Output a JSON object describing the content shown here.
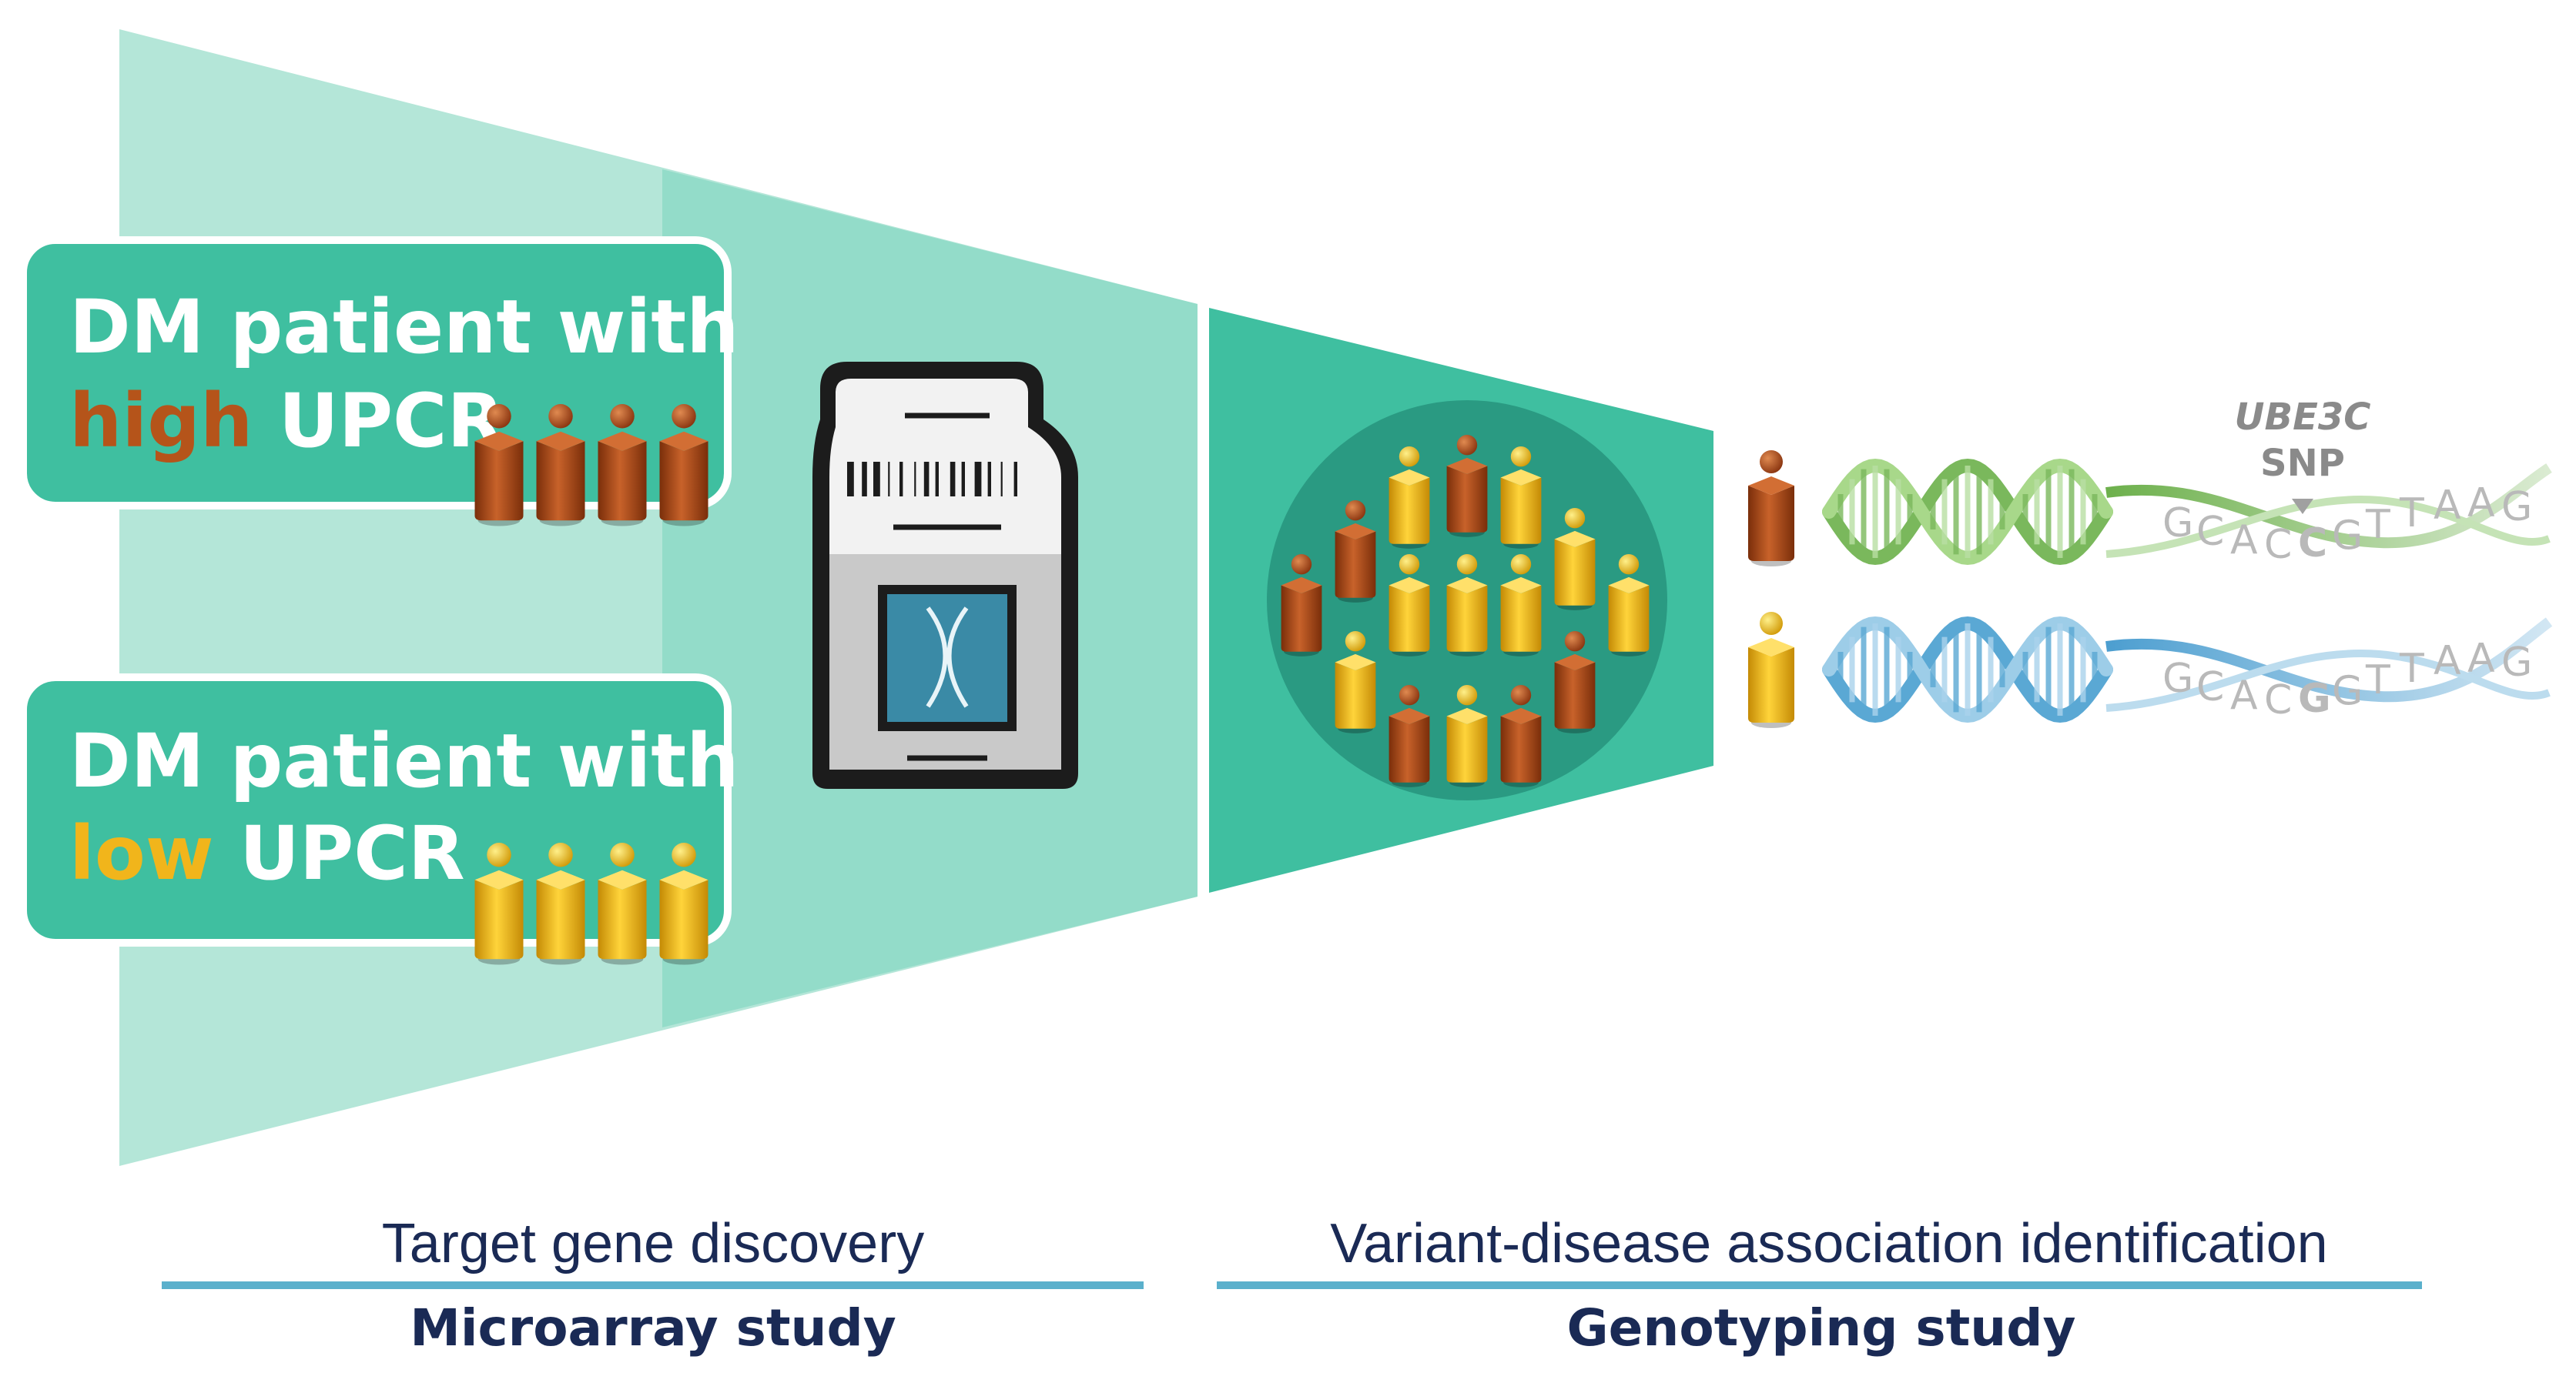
{
  "left_panel": {
    "high_box": {
      "line1": "DM patient with",
      "highlight": "high",
      "rest": " UPCR"
    },
    "low_box": {
      "line1": "DM patient with",
      "highlight": "low",
      "rest": " UPCR"
    }
  },
  "snp": {
    "gene": "UBE3C",
    "label": "SNP"
  },
  "sequences": {
    "top": [
      "G",
      "C",
      "A",
      "C",
      "C",
      "G",
      "T",
      "T",
      "A",
      "A",
      "G"
    ],
    "bottom": [
      "G",
      "C",
      "A",
      "C",
      "G",
      "G",
      "T",
      "T",
      "A",
      "A",
      "G"
    ],
    "variant_index": 4
  },
  "captions": {
    "left_top": "Target gene discovery",
    "left_bottom": "Microarray study",
    "right_top": "Variant-disease association identification",
    "right_bottom": "Genotyping study"
  },
  "colors": {
    "teal_light": "#b4e6d8",
    "teal_mid": "#93dcc9",
    "teal_dark": "#3fbfa0",
    "high": "#b5541a",
    "low": "#f1b51b",
    "dna_green": "#7ab85c",
    "dna_blue": "#5aa8d4",
    "underline": "#5ab0cc",
    "caption": "#1a2a55"
  }
}
